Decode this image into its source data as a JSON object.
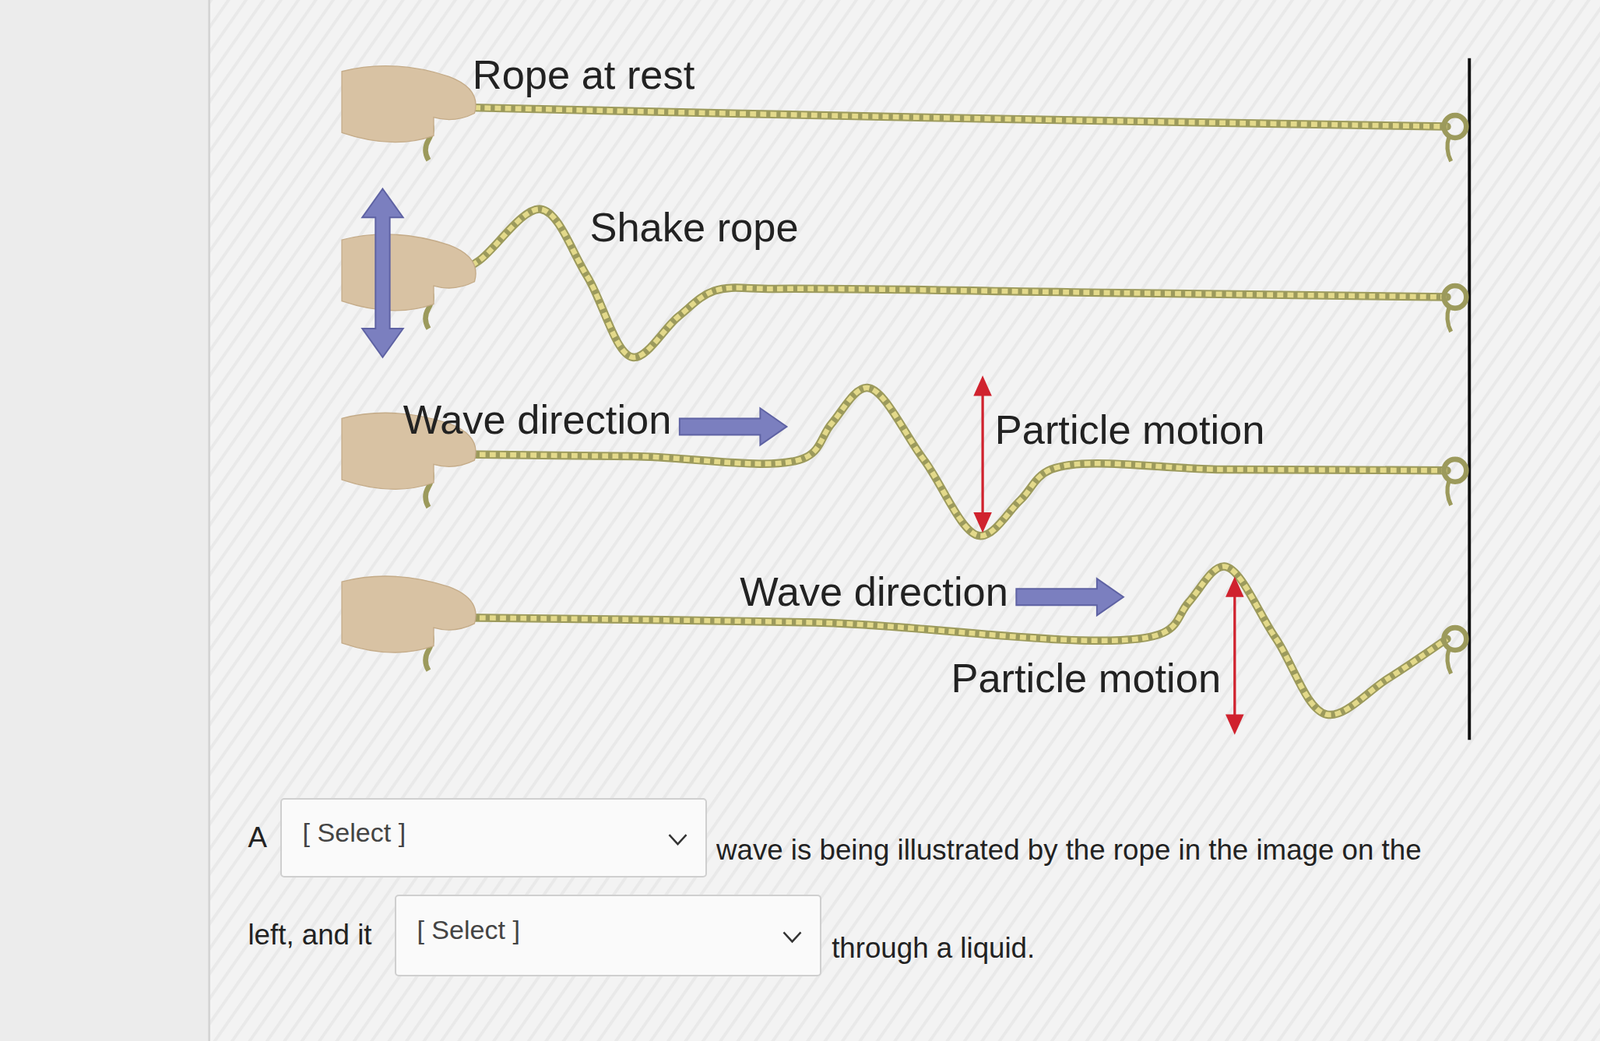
{
  "diagram": {
    "nodes": [
      {
        "text": [
          "[ Select ]"
        ]
      },
      {
        "text": [
          "[ Select ]"
        ]
      }
    ],
    "labels": [
      "Rope at rest",
      "Shake rope",
      "Wave direction",
      "Particle motion",
      "Wave direction",
      "Particle motion",
      "A",
      "wave is being illustrated by the rope in the image on the",
      "left, and it",
      "through a liquid."
    ]
  }
}
